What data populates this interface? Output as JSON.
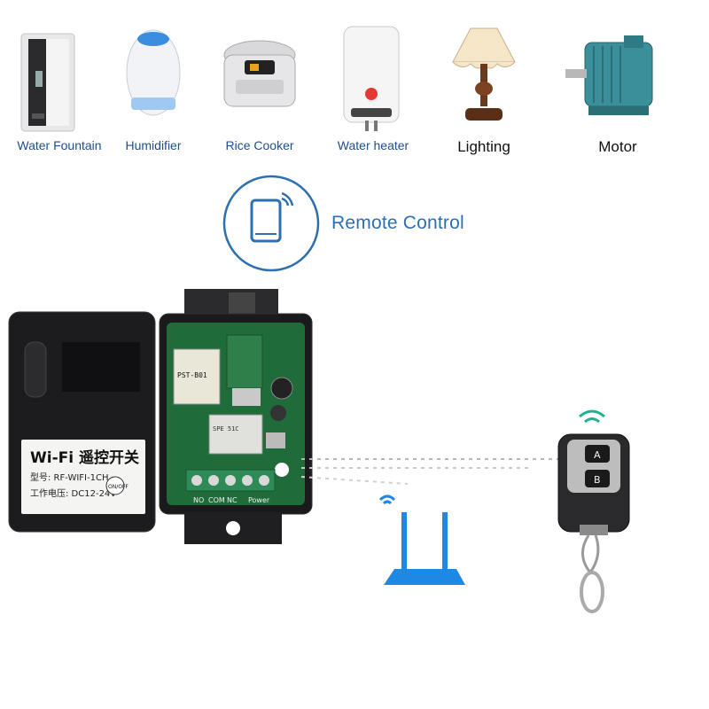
{
  "appliances": [
    {
      "label": "Water Fountain",
      "icon": "water-fountain-icon"
    },
    {
      "label": "Humidifier",
      "icon": "humidifier-icon"
    },
    {
      "label": "Rice Cooker",
      "icon": "rice-cooker-icon"
    },
    {
      "label": "Water heater",
      "icon": "water-heater-icon"
    },
    {
      "label": "Lighting",
      "icon": "lamp-icon"
    },
    {
      "label": "Motor",
      "icon": "motor-icon"
    }
  ],
  "remote_control": {
    "label": "Remote Control",
    "icon": "phone-wifi-icon"
  },
  "device": {
    "case_title": "Wi-Fi 遥控开关",
    "model_line": "型号: RF-WIFI-1CH",
    "voltage_line": "工作电压: DC12-24V",
    "switch_label": "ON/OFF",
    "chip_label": "PST-B01",
    "relay_text": "SPE 51C",
    "terminal_labels": [
      "NO",
      "COM",
      "NC",
      "Power"
    ]
  },
  "remote_keys": [
    "A",
    "B"
  ],
  "colors": {
    "accent_blue": "#2d6fb0",
    "router_blue": "#1e88e5",
    "pcb_green": "#1f6b3a"
  }
}
